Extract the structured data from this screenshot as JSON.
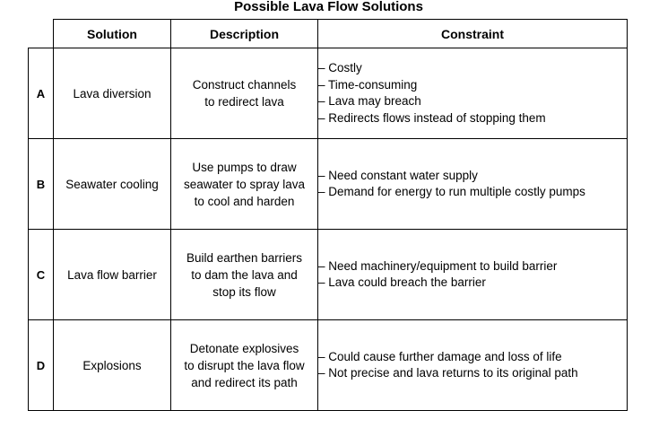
{
  "title": "Possible Lava Flow Solutions",
  "headers": {
    "solution": "Solution",
    "description": "Description",
    "constraint": "Constraint"
  },
  "rows": [
    {
      "letter": "A",
      "solution": "Lava diversion",
      "description": [
        "Construct channels",
        "to redirect lava"
      ],
      "constraints": [
        "– Costly",
        "– Time-consuming",
        "– Lava may breach",
        "– Redirects flows instead of stopping them"
      ]
    },
    {
      "letter": "B",
      "solution": "Seawater cooling",
      "description": [
        "Use pumps to draw",
        "seawater to spray lava",
        "to cool and harden"
      ],
      "constraints": [
        "– Need constant water supply",
        "– Demand for energy to run multiple costly pumps"
      ]
    },
    {
      "letter": "C",
      "solution": "Lava flow barrier",
      "description": [
        "Build earthen barriers",
        "to dam the lava and",
        "stop its flow"
      ],
      "constraints": [
        "– Need machinery/equipment to build barrier",
        "– Lava could breach the barrier"
      ]
    },
    {
      "letter": "D",
      "solution": "Explosions",
      "description": [
        "Detonate explosives",
        "to disrupt the lava flow",
        "and redirect its path"
      ],
      "constraints": [
        "– Could cause further damage and loss of life",
        "– Not precise and lava returns to its original path"
      ]
    }
  ]
}
